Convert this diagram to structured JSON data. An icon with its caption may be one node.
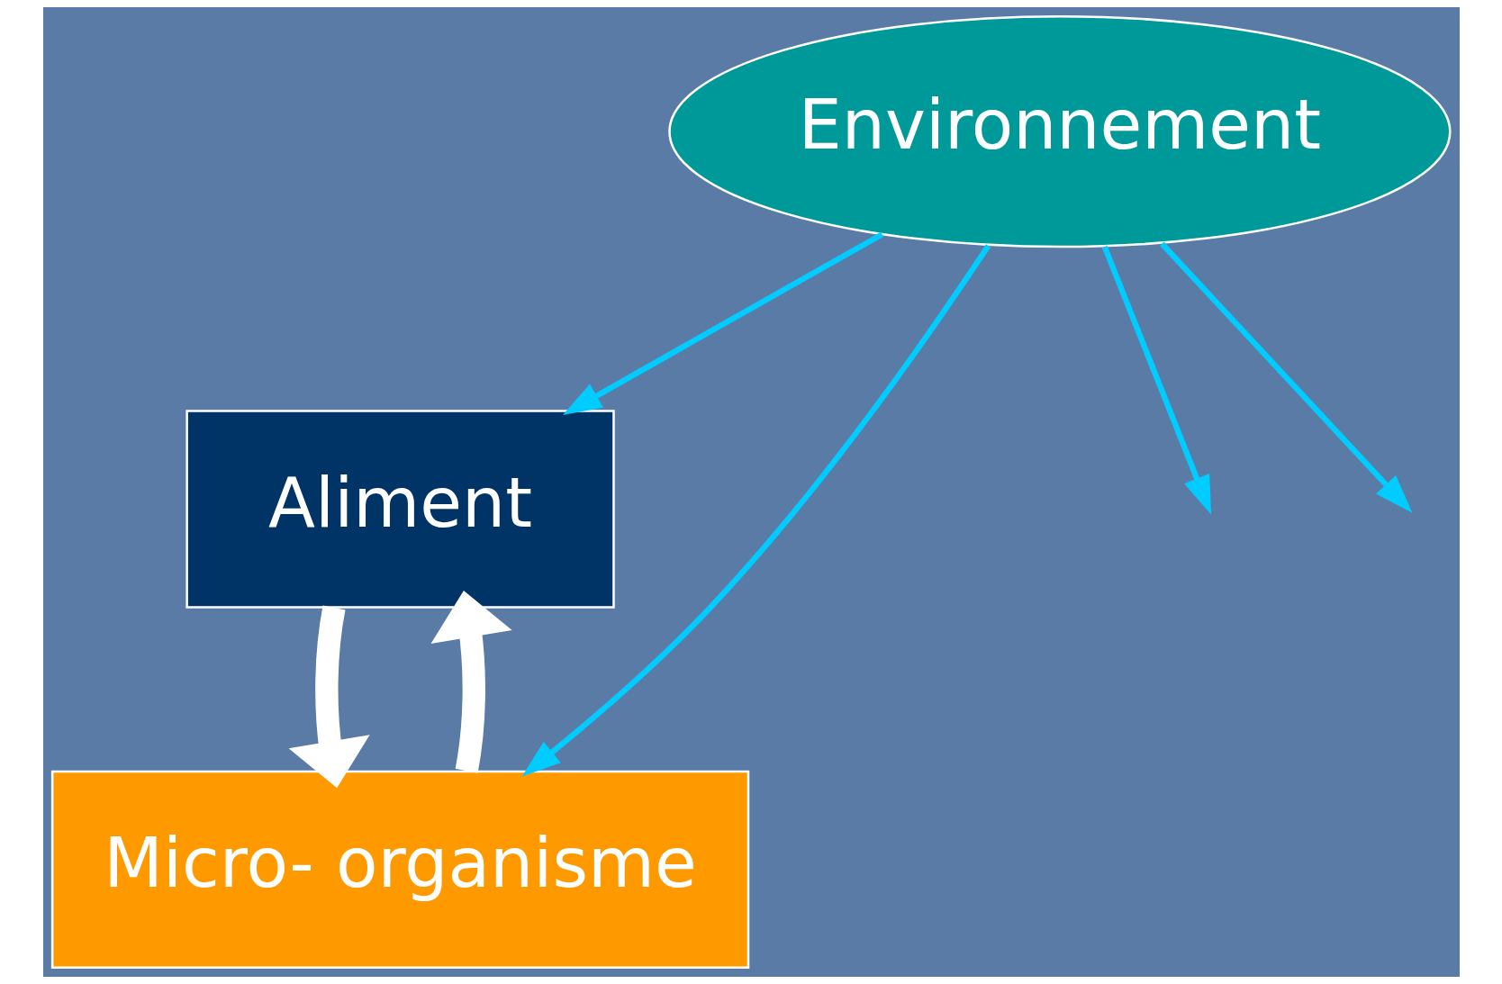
{
  "diagram": {
    "nodes": [
      {
        "text": [
          "Aliment"
        ]
      },
      {
        "text": [
          "Environnement"
        ]
      },
      {
        "text": [
          "Micro- organisme"
        ]
      }
    ],
    "edges": [
      {
        "from": 0,
        "to": 2,
        "arrow": "to",
        "style": "thick",
        "color": "#ffffff"
      },
      {
        "from": 2,
        "to": 0,
        "arrow": "to",
        "style": "thick",
        "color": "#ffffff"
      },
      {
        "from": 1,
        "to": 0,
        "arrow": "to"
      },
      {
        "from": 1,
        "to": null,
        "arrow": "to"
      },
      {
        "from": 1,
        "to": 2,
        "arrow": "to"
      },
      {
        "from": 1,
        "to": null,
        "arrow": "to"
      }
    ]
  }
}
